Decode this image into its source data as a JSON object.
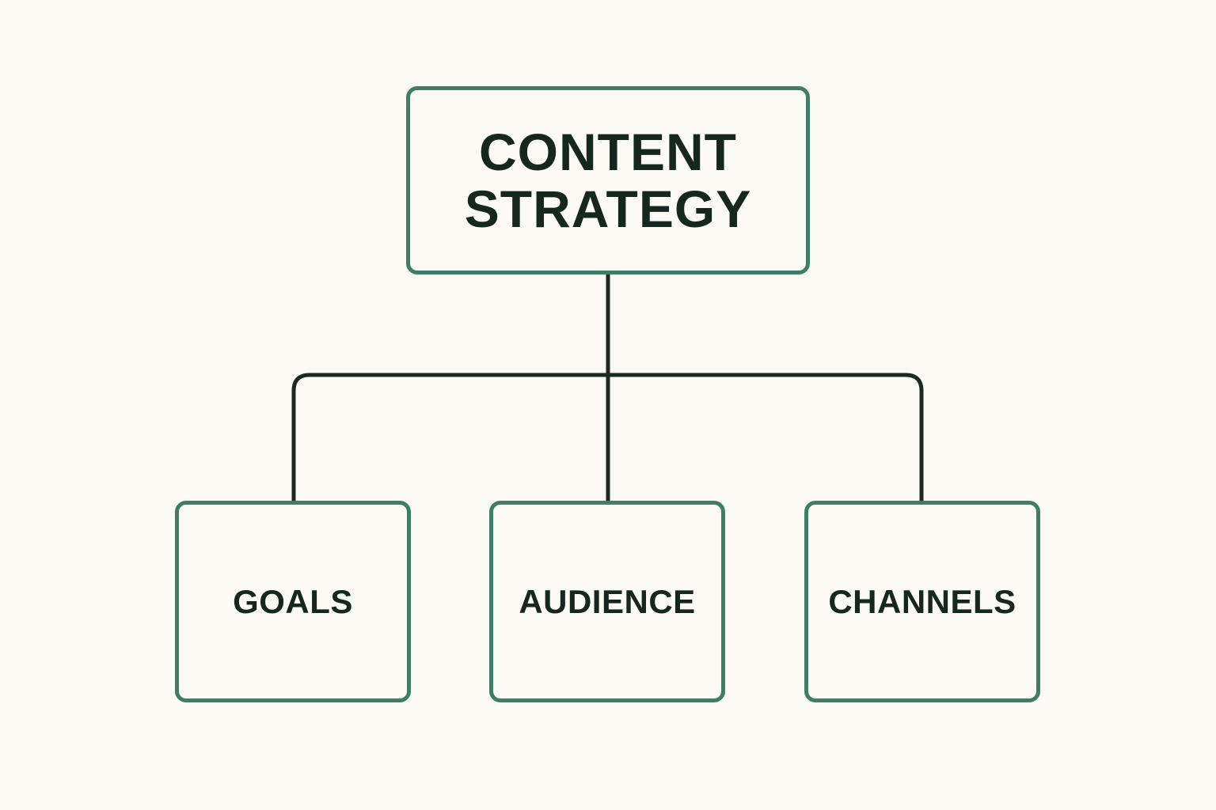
{
  "diagram": {
    "root": {
      "line1": "CONTENT",
      "line2": "STRATEGY"
    },
    "children": [
      {
        "label": "GOALS"
      },
      {
        "label": "AUDIENCE"
      },
      {
        "label": "CHANNELS"
      }
    ]
  },
  "colors": {
    "background": "#fcfaf5",
    "node_border": "#3f7d67",
    "connector": "#1a2a22",
    "text": "#15271f"
  }
}
